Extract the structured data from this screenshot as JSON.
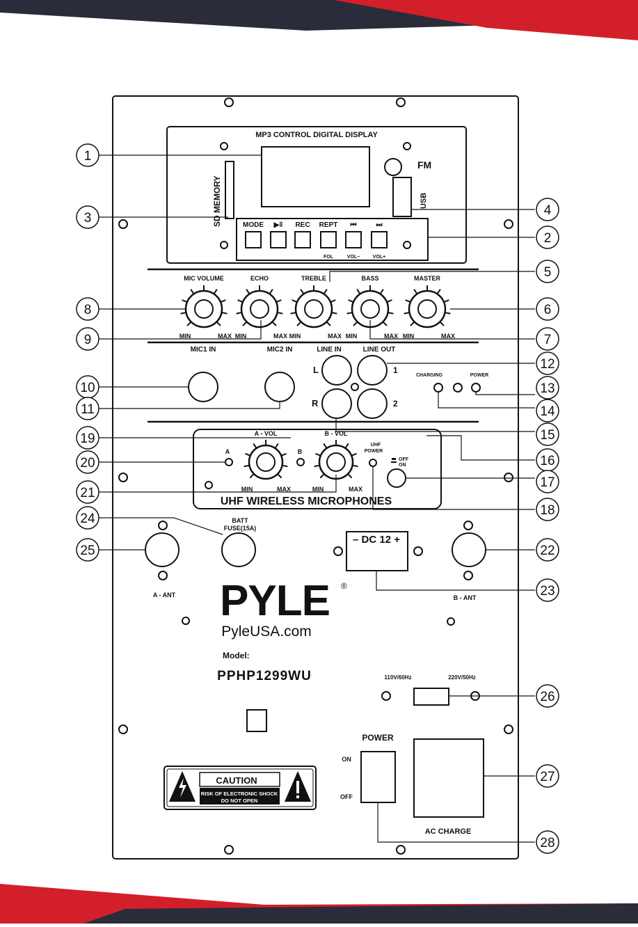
{
  "display": {
    "title": "MP3 CONTROL DIGITAL DISPLAY",
    "sd_label": "SD MEMORY",
    "fm_label": "FM",
    "usb_label": "USB"
  },
  "mp3_buttons": [
    {
      "label": "MODE",
      "sub": ""
    },
    {
      "label": "▶‖",
      "sub": ""
    },
    {
      "label": "REC",
      "sub": ""
    },
    {
      "label": "REPT",
      "sub": "FOL"
    },
    {
      "label": "⏮",
      "sub": "VOL−"
    },
    {
      "label": "⏭",
      "sub": "VOL+"
    }
  ],
  "knobs": [
    {
      "label": "MIC VOLUME",
      "min": "MIN",
      "max": "MAX"
    },
    {
      "label": "ECHO",
      "min": "MIN",
      "max": "MAX"
    },
    {
      "label": "TREBLE",
      "min": "MIN",
      "max": "MAX"
    },
    {
      "label": "BASS",
      "min": "MIN",
      "max": "MAX"
    },
    {
      "label": "MASTER",
      "min": "MIN",
      "max": "MAX"
    }
  ],
  "inputs": {
    "mic1": "MIC1 IN",
    "mic2": "MIC2 IN",
    "line_in": "LINE IN",
    "line_out": "LINE OUT",
    "left": "L",
    "right": "R",
    "out1": "1",
    "out2": "2",
    "charging": "CHARGING",
    "power": "POWER"
  },
  "uhf": {
    "title": "UHF WIRELESS MICROPHONES",
    "a_vol": "A - VOL",
    "b_vol": "B - VOL",
    "a": "A",
    "b": "B",
    "uhf_power_1": "UHF",
    "uhf_power_2": "POWER",
    "off": "OFF",
    "on": "ON",
    "a_min": "MIN",
    "a_max": "MAX",
    "b_min": "MIN",
    "b_max": "MAX"
  },
  "lower": {
    "batt": "BATT",
    "fuse": "FUSE(15A)",
    "dc": "– DC 12 +",
    "a_ant": "A - ANT",
    "b_ant": "B - ANT",
    "brand": "PYLE",
    "registered": "®",
    "website": "PyleUSA.com",
    "model_label": "Model:",
    "model": "PPHP1299WU",
    "v110": "110V/60Hz",
    "v220": "220V/50Hz",
    "power_title": "POWER",
    "on": "ON",
    "off": "OFF",
    "ac_charge": "AC CHARGE"
  },
  "caution": {
    "title": "CAUTION",
    "line1": "RISK OF ELECTRONIC SHOCK",
    "line2": "DO NOT OPEN"
  },
  "callouts": [
    "1",
    "2",
    "3",
    "4",
    "5",
    "6",
    "7",
    "8",
    "9",
    "10",
    "11",
    "12",
    "13",
    "14",
    "15",
    "16",
    "17",
    "18",
    "19",
    "20",
    "21",
    "22",
    "23",
    "24",
    "25",
    "26",
    "27",
    "28"
  ],
  "colors": {
    "brand_red": "#d21f2a",
    "dark": "#2a2c3a",
    "line": "#111111"
  }
}
